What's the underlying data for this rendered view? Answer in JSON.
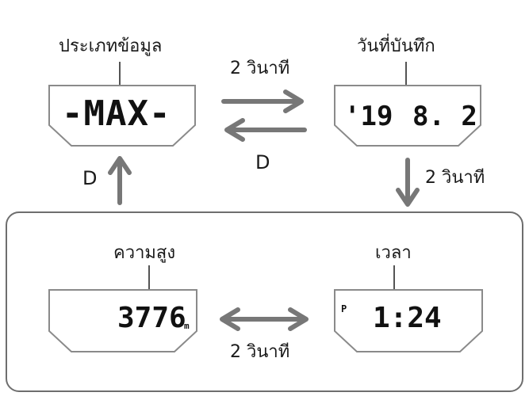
{
  "labels": {
    "data_type": "ประเภทข้อมูล",
    "record_date": "วันที่บันทึก",
    "altitude": "ความสูง",
    "time": "เวลา"
  },
  "transitions": {
    "top_right": "2 วินาที",
    "top_left": "D",
    "down_right": "2 วินาที",
    "up_left": "D",
    "bottom": "2 วินาที"
  },
  "displays": {
    "data_type": {
      "text": "-MAX-"
    },
    "record_date": {
      "year": "'19",
      "date": "8. 2"
    },
    "altitude": {
      "value": "3776",
      "unit": "m"
    },
    "time": {
      "indicator": "P",
      "value": "1:24"
    }
  },
  "colors": {
    "arrow": "#777777",
    "panel_border": "#8a8a8a",
    "frame_border": "#6e6e6e",
    "text": "#1a1a1a"
  }
}
